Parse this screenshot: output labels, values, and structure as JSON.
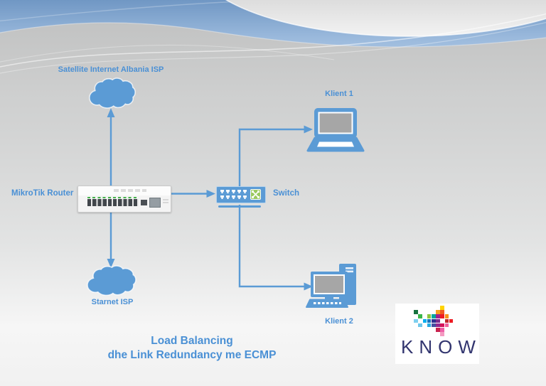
{
  "title": {
    "line1": "Load Balancing",
    "line2": "dhe Link Redundancy me ECMP"
  },
  "diagram": {
    "nodes": {
      "satellite_isp": {
        "label": "Satellite Internet Albania ISP",
        "type": "cloud"
      },
      "starnet_isp": {
        "label": "Starnet ISP",
        "type": "cloud"
      },
      "router": {
        "label": "MikroTik Router",
        "type": "rackmount-router"
      },
      "switch": {
        "label": "Switch",
        "type": "switch"
      },
      "klient1": {
        "label": "Klient 1",
        "type": "laptop"
      },
      "klient2": {
        "label": "Klient 2",
        "type": "desktop-pc"
      }
    },
    "connections": [
      {
        "from": "MikroTik Router",
        "to": "Satellite Internet Albania ISP"
      },
      {
        "from": "MikroTik Router",
        "to": "Starnet ISP"
      },
      {
        "from": "MikroTik Router",
        "to": "Switch"
      },
      {
        "from": "Switch",
        "to": "Klient 1"
      },
      {
        "from": "Switch",
        "to": "Klient 2"
      }
    ]
  },
  "logo": {
    "text": "KNOW",
    "arrow_cells": [
      [
        7,
        0,
        "#ffd400"
      ],
      [
        1,
        1,
        "#17723f"
      ],
      [
        6,
        1,
        "#f9a11b"
      ],
      [
        7,
        1,
        "#f15a24"
      ],
      [
        2,
        2,
        "#3ab54a"
      ],
      [
        4,
        2,
        "#8dc63f"
      ],
      [
        5,
        2,
        "#00a79d"
      ],
      [
        6,
        2,
        "#a3238e"
      ],
      [
        7,
        2,
        "#ed1c24"
      ],
      [
        8,
        2,
        "#f7941d"
      ],
      [
        1,
        3,
        "#7fd0f0"
      ],
      [
        3,
        3,
        "#00aeef"
      ],
      [
        4,
        3,
        "#1b75bc"
      ],
      [
        5,
        3,
        "#2e3192"
      ],
      [
        6,
        3,
        "#7b2d90"
      ],
      [
        8,
        3,
        "#c1272d"
      ],
      [
        9,
        3,
        "#ed1c24"
      ],
      [
        2,
        4,
        "#6fc7ea"
      ],
      [
        4,
        4,
        "#27aae1"
      ],
      [
        5,
        4,
        "#4550a0"
      ],
      [
        6,
        4,
        "#92278f"
      ],
      [
        7,
        4,
        "#d4145a"
      ],
      [
        8,
        4,
        "#f0609e"
      ],
      [
        6,
        5,
        "#c9234f"
      ],
      [
        7,
        5,
        "#ee5fa7"
      ],
      [
        7,
        6,
        "#f49ac1"
      ]
    ]
  },
  "colors": {
    "accent_blue": "#5b9bd5",
    "label_text_blue": "#4a90d5",
    "screen_gray": "#a6a6a6",
    "switch_green": "#9bc962",
    "logo_navy": "#32356f"
  },
  "background": {
    "sky_top": "#7097c4",
    "sky_bottom": "#b3cce6"
  }
}
